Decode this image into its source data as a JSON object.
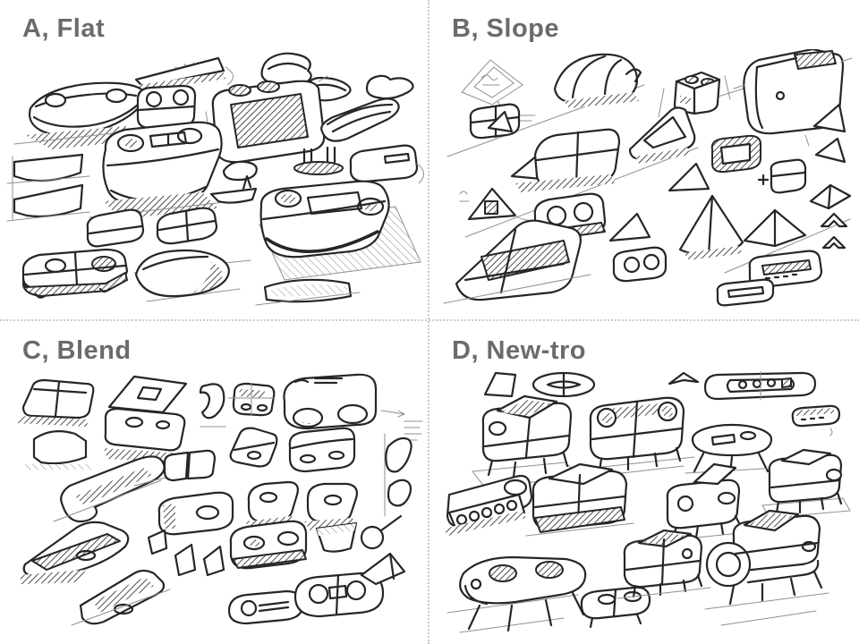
{
  "slide": {
    "background": "#ffffff",
    "divider_color": "#c9c9c9",
    "label_color": "#6b6b6b",
    "sketch_ink_color": "#262626"
  },
  "panels": [
    {
      "key": "A",
      "label": "A, Flat",
      "sketch": "flat-low-profile-speaker-concept-sketches"
    },
    {
      "key": "B",
      "label": "B, Slope",
      "sketch": "sloped-wedge-and-tent-concept-sketches"
    },
    {
      "key": "C",
      "label": "C, Blend",
      "sketch": "blended-soft-form-concept-sketches"
    },
    {
      "key": "D",
      "label": "D, New-tro",
      "sketch": "retro-sofa-style-speaker-concept-sketches"
    }
  ]
}
